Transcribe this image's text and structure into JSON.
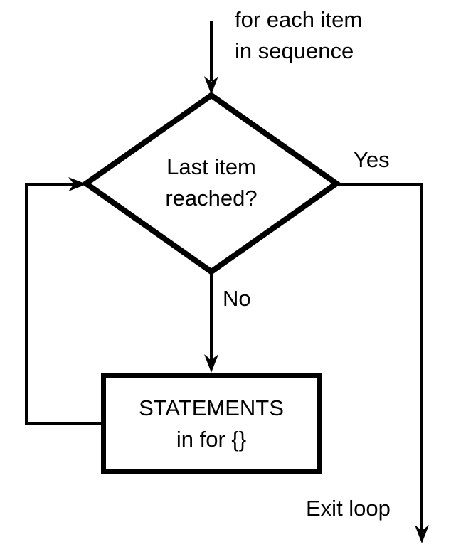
{
  "page": {
    "background": "#ffffff"
  },
  "diagram": {
    "type": "flowchart",
    "description": "Control flow of a for loop over a sequence",
    "colors": {
      "stroke": "#000000",
      "text": "#000000",
      "node_fill": "#ffffff"
    },
    "labels": {
      "entry": "for each item\nin sequence",
      "decision": "Last item\nreached?",
      "yes": "Yes",
      "no": "No",
      "process": "STATEMENTS\nin for {}",
      "exit": "Exit loop"
    },
    "nodes": [
      {
        "id": "decision",
        "shape": "diamond",
        "text": "Last item reached?"
      },
      {
        "id": "process",
        "shape": "rectangle",
        "text": "STATEMENTS in for {}"
      }
    ],
    "edges": [
      {
        "from": "entry",
        "to": "decision",
        "label": "for each item in sequence",
        "direction": "down"
      },
      {
        "from": "decision",
        "to": "exit",
        "label": "Yes",
        "direction": "right-then-down"
      },
      {
        "from": "decision",
        "to": "process",
        "label": "No",
        "direction": "down"
      },
      {
        "from": "process",
        "to": "decision",
        "label": "",
        "direction": "left-then-up"
      },
      {
        "from": "decision",
        "to": "loop-exit",
        "label": "Exit loop",
        "direction": "down"
      }
    ]
  }
}
